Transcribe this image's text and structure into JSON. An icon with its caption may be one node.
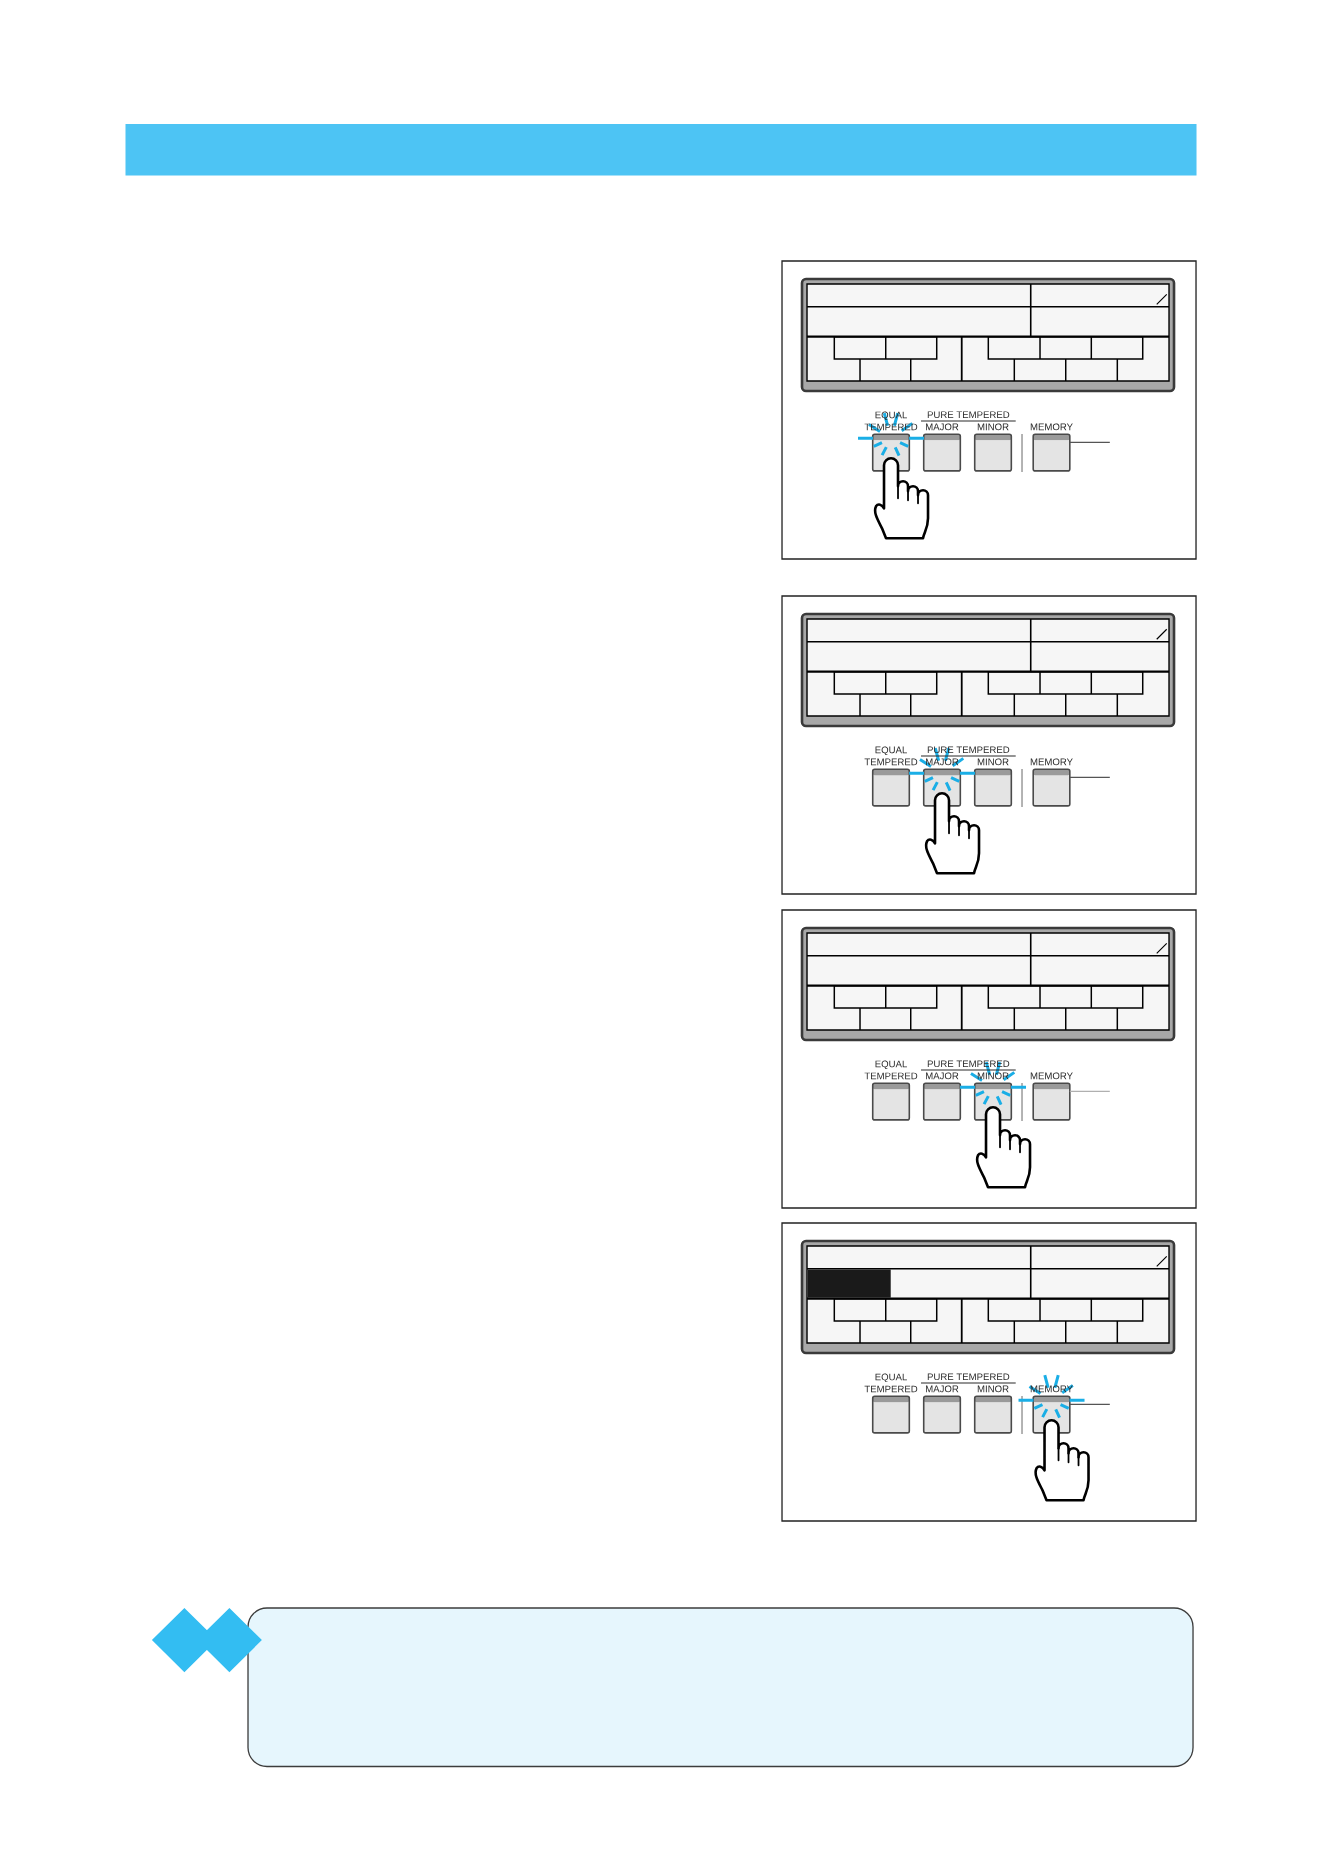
{
  "diagram": {
    "nodes": [
      {
        "text": [],
        "shape": "bar"
      },
      {
        "text": [],
        "shape": "box",
        "beside": [
          "EQUAL TEMPERED"
        ]
      },
      {
        "text": [],
        "shape": "box",
        "beside": [
          "MAJOR"
        ]
      },
      {
        "text": [],
        "shape": "box",
        "beside": [
          "MINOR"
        ]
      },
      {
        "text": [],
        "shape": "box",
        "beside": [
          "MEMORY"
        ]
      },
      {
        "text": [],
        "shape": "box",
        "beside": [
          "EQUAL TEMPERED"
        ]
      },
      {
        "text": [],
        "shape": "box",
        "beside": [
          "MAJOR"
        ]
      },
      {
        "text": [],
        "shape": "box",
        "beside": [
          "MINOR"
        ]
      },
      {
        "text": [],
        "shape": "box",
        "beside": [
          "MEMORY"
        ]
      },
      {
        "text": [],
        "shape": "box",
        "beside": [
          "EQUAL TEMPERED"
        ]
      },
      {
        "text": [],
        "shape": "box",
        "beside": [
          "MAJOR"
        ]
      },
      {
        "text": [],
        "shape": "box",
        "beside": [
          "MINOR"
        ]
      },
      {
        "text": [],
        "shape": "box",
        "beside": [
          "MEMORY"
        ]
      },
      {
        "text": [],
        "shape": "box",
        "beside": [
          "EQUAL TEMPERED"
        ]
      },
      {
        "text": [],
        "shape": "box",
        "beside": [
          "MAJOR"
        ]
      },
      {
        "text": [],
        "shape": "box",
        "beside": [
          "MINOR"
        ]
      },
      {
        "text": [],
        "shape": "box",
        "beside": [
          "MEMORY"
        ]
      },
      {
        "text": [],
        "shape": "box"
      }
    ],
    "edges": [
      {
        "from": null,
        "to": 4,
        "arrow": "none"
      },
      {
        "from": null,
        "to": 8,
        "arrow": "none"
      },
      {
        "from": null,
        "to": 12,
        "arrow": "none",
        "color": "#b0b0b0"
      },
      {
        "from": null,
        "to": 16,
        "arrow": "none"
      }
    ],
    "labels": [
      "PURE TEMPERED",
      "PURE TEMPERED",
      "PURE TEMPERED",
      "PURE TEMPERED"
    ]
  }
}
